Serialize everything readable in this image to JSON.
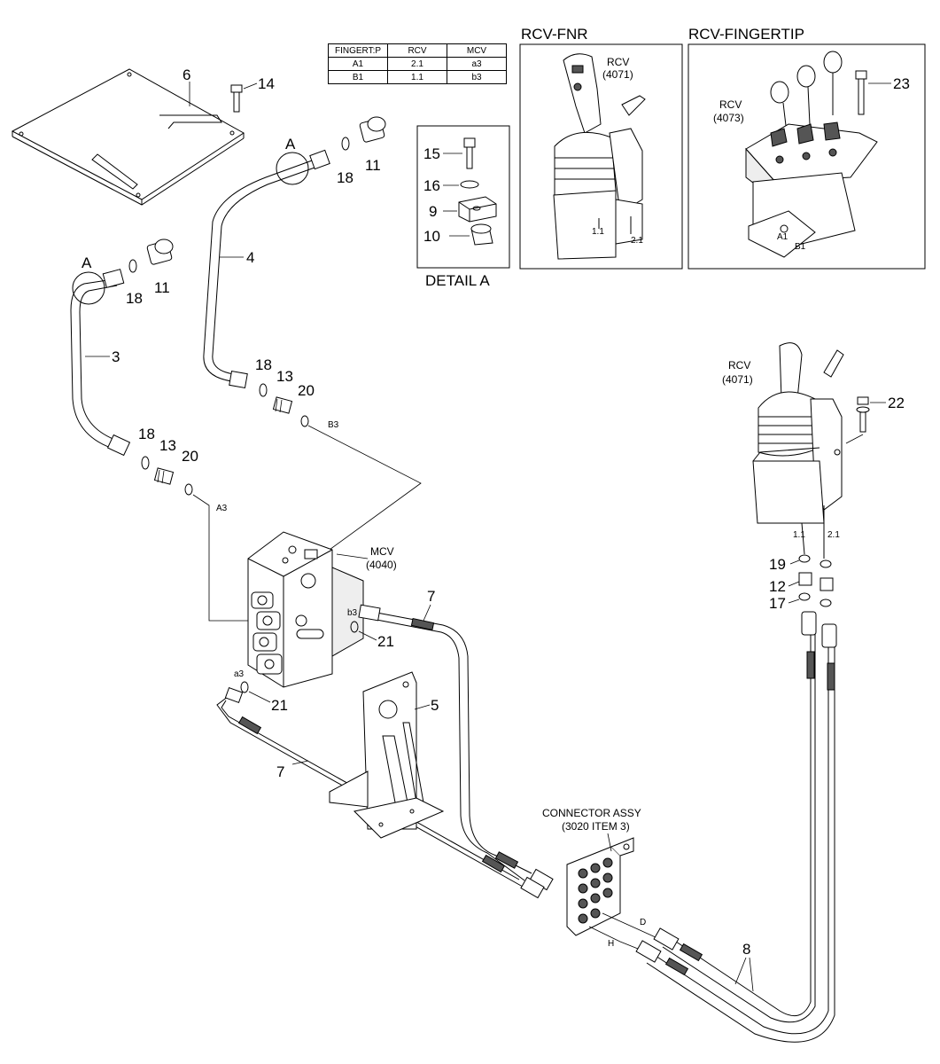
{
  "table": {
    "headers": [
      "FINGERT:P",
      "RCV",
      "MCV"
    ],
    "rows": [
      [
        "A1",
        "2.1",
        "a3"
      ],
      [
        "B1",
        "1.1",
        "b3"
      ]
    ]
  },
  "titles": {
    "rcv_fnr": "RCV-FNR",
    "rcv_fingertip": "RCV-FINGERTIP",
    "detail_a": "DETAIL A"
  },
  "labels": {
    "rcv_fnr_name": "RCV",
    "rcv_fnr_code": "(4071)",
    "rcv_fnr_port1": "1.1",
    "rcv_fnr_port2": "2.1",
    "rcv_ft_name": "RCV",
    "rcv_ft_code": "(4073)",
    "rcv_ft_a1": "A1",
    "rcv_ft_b1": "B1",
    "rcv_main_name": "RCV",
    "rcv_main_code": "(4071)",
    "rcv_main_port1": "1.1",
    "rcv_main_port2": "2.1",
    "mcv_name": "MCV",
    "mcv_code": "(4040)",
    "port_a3": "A3",
    "port_b3": "B3",
    "port_a3_low": "a3",
    "port_b3_low": "b3",
    "port_d": "D",
    "port_h": "H",
    "connector_line1": "CONNECTOR ASSY",
    "connector_line2": "(3020 ITEM 3)",
    "detail_marker_a": "A"
  },
  "callouts": {
    "c3": "3",
    "c4": "4",
    "c5": "5",
    "c6": "6",
    "c7": "7",
    "c8": "8",
    "c9": "9",
    "c10": "10",
    "c11": "11",
    "c12": "12",
    "c13": "13",
    "c14": "14",
    "c15": "15",
    "c16": "16",
    "c17": "17",
    "c18": "18",
    "c19": "19",
    "c20": "20",
    "c21": "21",
    "c22": "22",
    "c23": "23"
  }
}
